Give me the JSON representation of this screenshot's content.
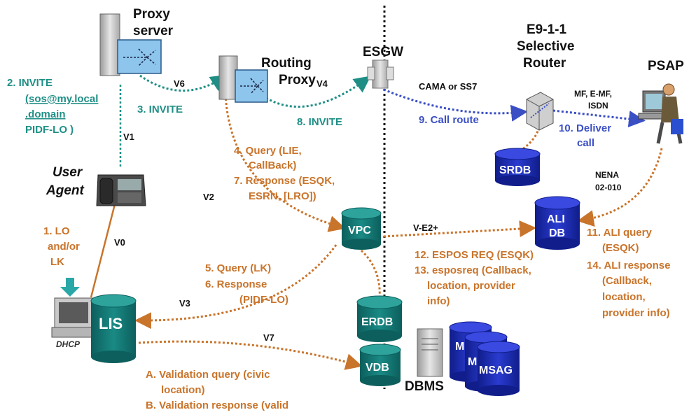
{
  "nodes": {
    "proxy_server": [
      "Proxy",
      "server"
    ],
    "routing_proxy": [
      "Routing",
      "Proxy"
    ],
    "esgw": "ESGW",
    "selective_router": [
      "E9-1-1",
      "Selective",
      "Router"
    ],
    "psap": "PSAP",
    "user_agent": [
      "User",
      "Agent"
    ],
    "vpc": "VPC",
    "ali_db": [
      "ALI",
      "DB"
    ],
    "srdb": "SRDB",
    "lis": "LIS",
    "dhcp": "DHCP",
    "erdb": "ERDB",
    "vdb": "VDB",
    "dbms": "DBMS",
    "msag_stack": [
      "M",
      "M",
      "MSAG"
    ]
  },
  "interfaces": {
    "v0": "V0",
    "v1": "V1",
    "v2": "V2",
    "v3": "V3",
    "v4": "V4",
    "v6": "V6",
    "v7": "V7",
    "ve2": "V-E2+",
    "cama": "CAMA or SS7",
    "mf": [
      "MF, E-MF,",
      "ISDN"
    ],
    "nena": [
      "NENA",
      "02-010"
    ]
  },
  "steps": {
    "s1": [
      "1. LO",
      "and/or",
      "LK"
    ],
    "s2": [
      "2. INVITE",
      "(sos@my.local",
      ".domain",
      "PIDF-LO )"
    ],
    "s3": "3.  INVITE",
    "s4_7": [
      "4.  Query (LIE,",
      "CallBack)",
      "7. Response (ESQK,",
      "ESRN, [LRO])"
    ],
    "s5_6": [
      "5. Query (LK)",
      "6. Response",
      "(PIDF-LO)"
    ],
    "s8": "8. INVITE",
    "s9": "9. Call route",
    "s10": [
      "10. Deliver",
      "call"
    ],
    "s11_14": [
      "11. ALI query",
      "(ESQK)",
      "14. ALI response",
      "(Callback,",
      "location,",
      "provider info)"
    ],
    "s12_13": [
      "12. ESPOS REQ (ESQK)",
      "13. esposreq (Callback,",
      "location, provider",
      "info)"
    ],
    "sA_B": [
      "A. Validation query (civic",
      "location)",
      "B. Validation response (valid"
    ]
  },
  "colors": {
    "teal": "#1f8f86",
    "orange": "#c9742b",
    "blue": "#3b4fc4",
    "db_teal": "#0f6f6c",
    "db_blue": "#1b2bb8",
    "router_box": "#8ec5ec"
  },
  "icons": [
    "server-icon",
    "router-icon",
    "gateway-icon",
    "phone-icon",
    "workstation-icon",
    "person-icon",
    "database-icon",
    "arrow-down-icon"
  ]
}
